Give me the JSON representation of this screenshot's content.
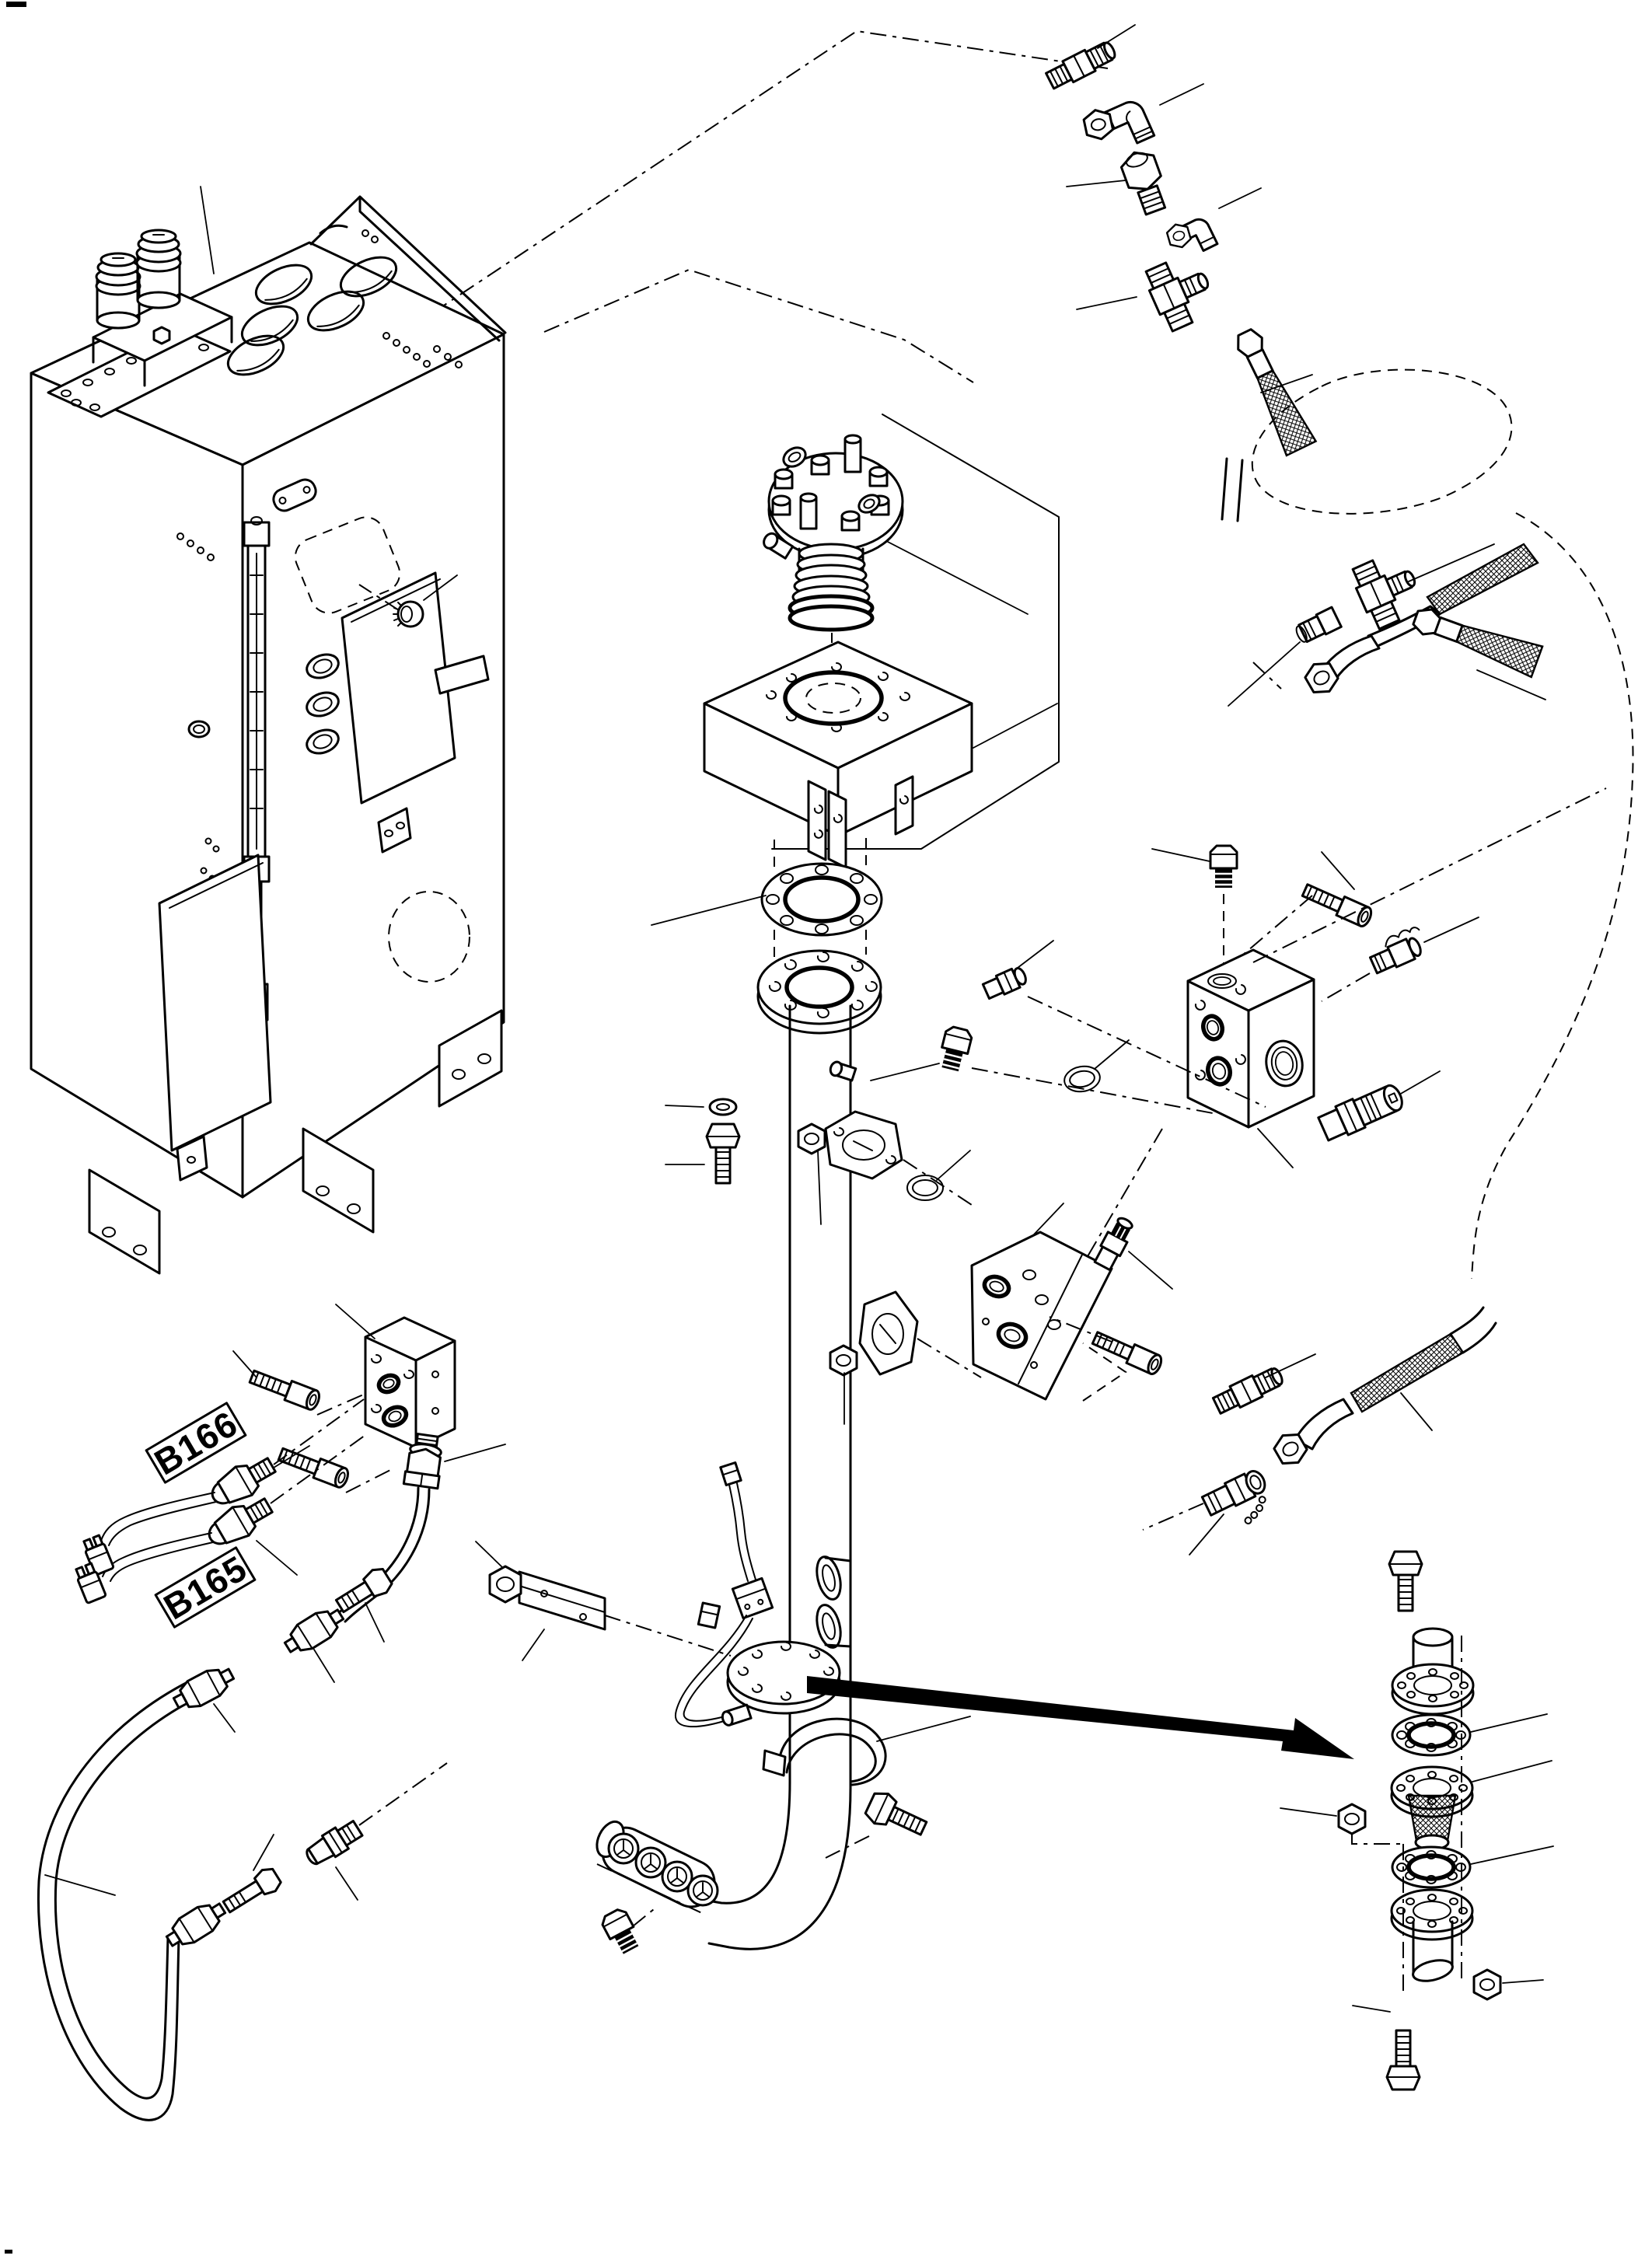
{
  "diagram": {
    "type": "exploded-parts-diagram",
    "labels": {
      "b166": "B166",
      "b165": "B165"
    },
    "colors": {
      "line": "#000000",
      "background": "#ffffff",
      "arrow": "#000000"
    }
  }
}
